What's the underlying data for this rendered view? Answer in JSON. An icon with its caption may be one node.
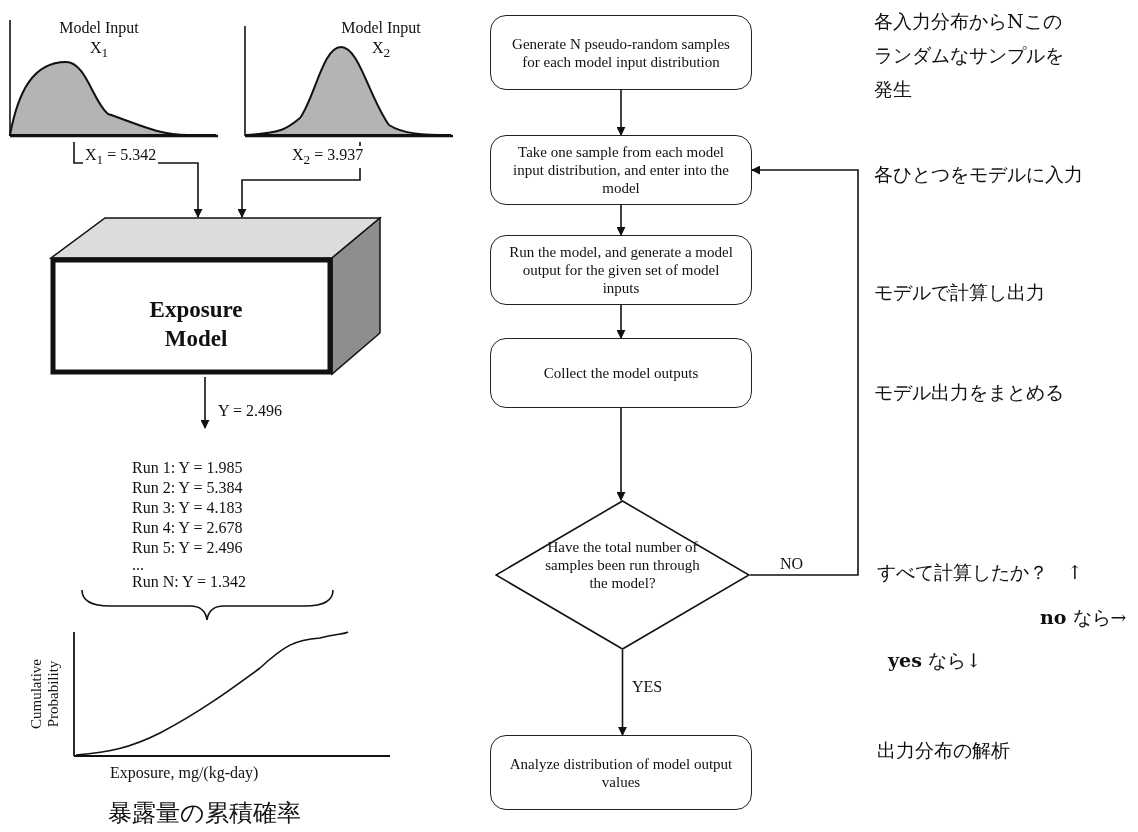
{
  "diagram": {
    "nodes": [
      {
        "text": [
          "Model Input X$_{1}$"
        ]
      },
      {
        "text": [
          "Model Input X$_{2}$"
        ]
      },
      {
        "text": [
          "Exposure Model"
        ]
      },
      {
        "text": [
          "Run 1: Y = 1.985",
          "Run 2: Y = 5.384",
          "Run 3: Y = 4.183",
          "Run 4: Y = 2.678",
          "Run 5: Y = 2.496",
          "...",
          "Run N: Y = 1.342"
        ]
      },
      {
        "text": [
          "Generate N pseudo-random samples for each model input distribution"
        ]
      },
      {
        "text": [
          "Take one sample from each model input distribution, and enter into the model"
        ]
      },
      {
        "text": [
          "Run the model, and generate a model output for the given set of model inputs"
        ]
      },
      {
        "text": [
          "Collect the model outputs"
        ]
      },
      {
        "text": [
          "Have the total number of samples been run through the model?"
        ]
      },
      {
        "text": [
          "Analyze distribution of model output values"
        ]
      }
    ],
    "edges": [
      {
        "from": 0,
        "to": 2,
        "arrow": "to",
        "label": "X$_{1}$ = 5.342"
      },
      {
        "from": 1,
        "to": 2,
        "arrow": "to",
        "label": "X$_{2}$ = 3.937"
      },
      {
        "from": 2,
        "to": 3,
        "arrow": "to",
        "label": "Y = 2.496"
      },
      {
        "from": 4,
        "to": 5,
        "arrow": "to"
      },
      {
        "from": 5,
        "to": 6,
        "arrow": "to"
      },
      {
        "from": 6,
        "to": 7,
        "arrow": "to"
      },
      {
        "from": 7,
        "to": 8,
        "arrow": "to"
      },
      {
        "from": 8,
        "to": 5,
        "arrow": "to",
        "label": "NO"
      },
      {
        "from": 8,
        "to": 9,
        "arrow": "to",
        "label": "YES"
      }
    ],
    "labels": [
      "Cumulative Probability",
      "Exposure, mg/(kg-day)",
      "暴露量の累積確率",
      "各入力分布からNこのランダムなサンプルを発生",
      "各ひとつをモデルに入力",
      "モデルで計算し出力",
      "モデル出力をまとめる",
      "すべて計算したか？　↑",
      "**no** なら→",
      "**yes** なら↓",
      "出力分布の解析"
    ]
  }
}
